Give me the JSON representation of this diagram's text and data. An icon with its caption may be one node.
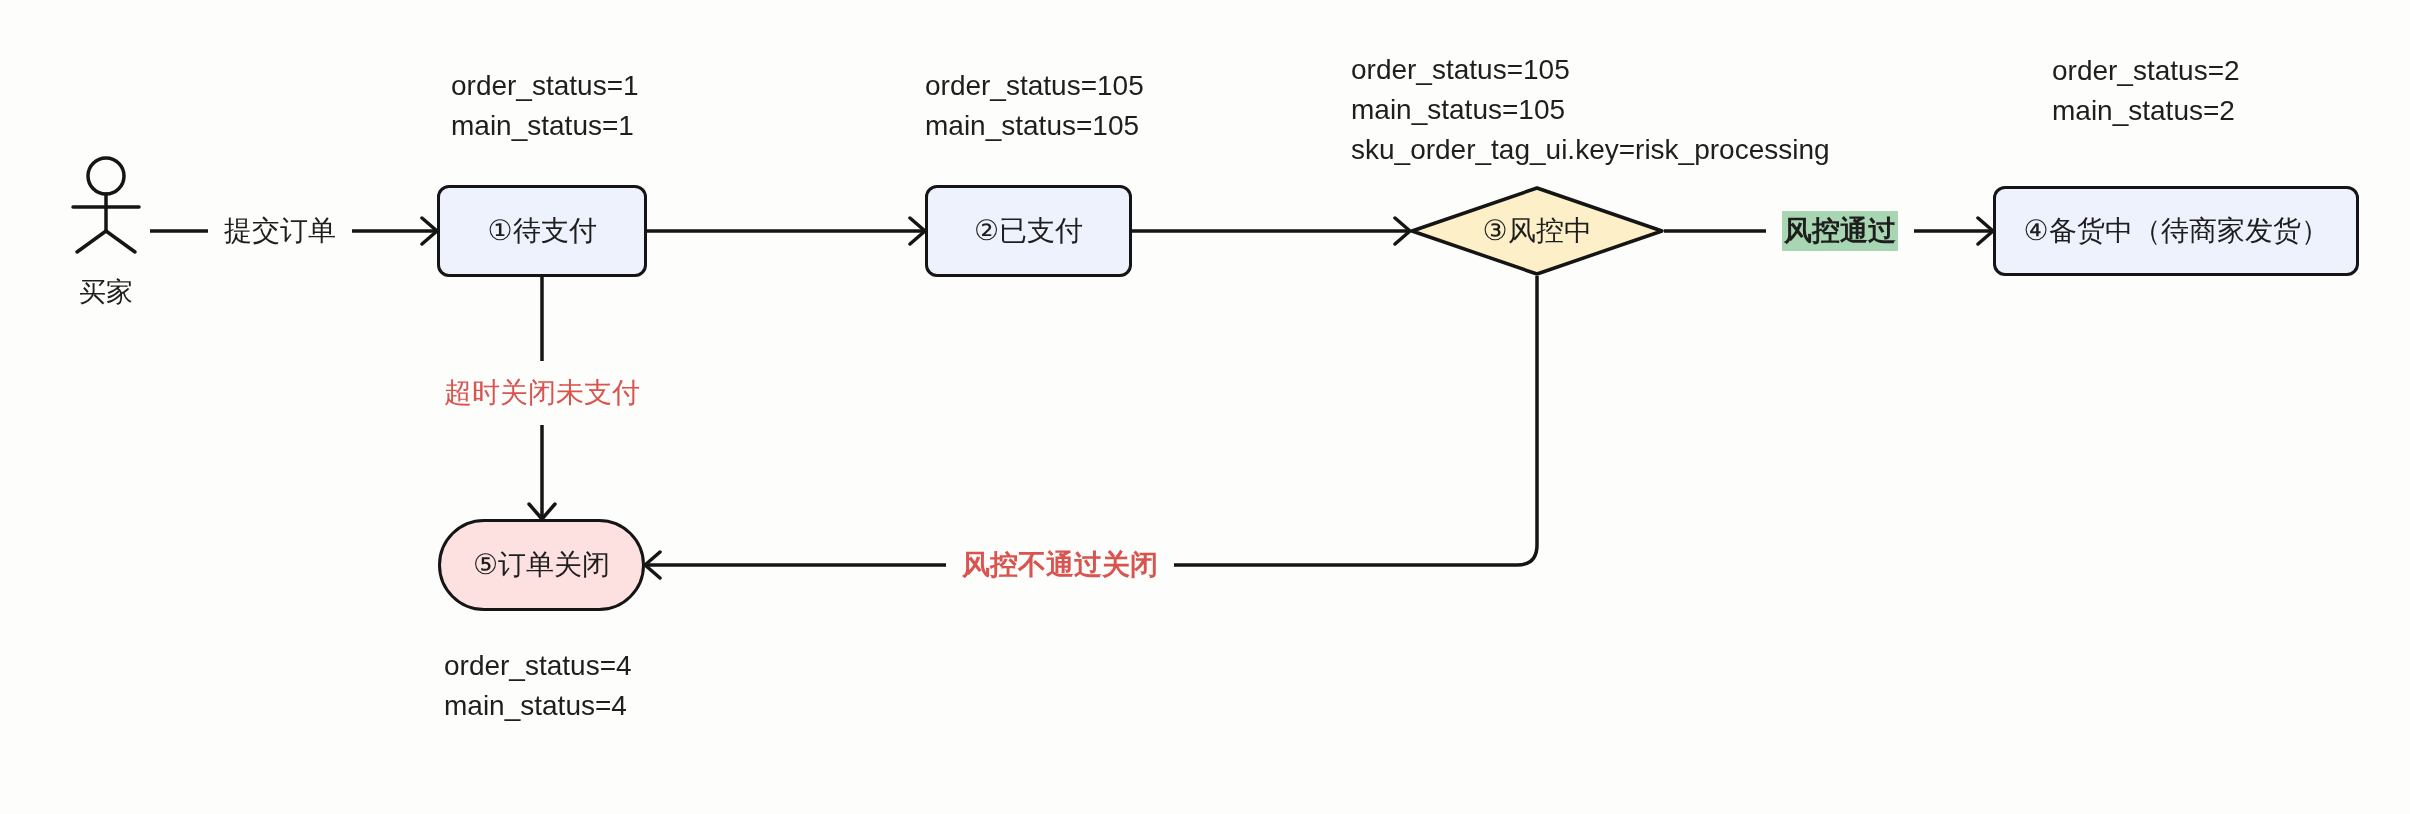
{
  "diagram": {
    "nodes": [
      {
        "text": [
          "买家"
        ]
      },
      {
        "text": [
          "①待支付"
        ],
        "beside": [
          "order_status=1",
          "main_status=1"
        ]
      },
      {
        "text": [
          "②已支付"
        ],
        "beside": [
          "order_status=105",
          "main_status=105"
        ]
      },
      {
        "text": [
          "③风控中"
        ],
        "beside": [
          "order_status=105",
          "main_status=105",
          "sku_order_tag_ui.key=risk_processing"
        ]
      },
      {
        "text": [
          "④备货中（待商家发货）"
        ],
        "beside": [
          "order_status=2",
          "main_status=2"
        ]
      },
      {
        "text": [
          "⑤订单关闭"
        ],
        "beside": [
          "order_status=4",
          "main_status=4"
        ]
      }
    ],
    "edges": [
      {
        "from": 0,
        "to": 1,
        "arrow": "to",
        "label": "提交订单"
      },
      {
        "from": 1,
        "to": 2,
        "arrow": "to"
      },
      {
        "from": 2,
        "to": 3,
        "arrow": "to"
      },
      {
        "from": 3,
        "to": 4,
        "arrow": "to",
        "label": "风控通过"
      },
      {
        "from": 1,
        "to": 5,
        "arrow": "to",
        "label": "超时关闭未支付"
      },
      {
        "from": 3,
        "to": 5,
        "arrow": "to",
        "label": "风控不通过关闭"
      }
    ]
  }
}
